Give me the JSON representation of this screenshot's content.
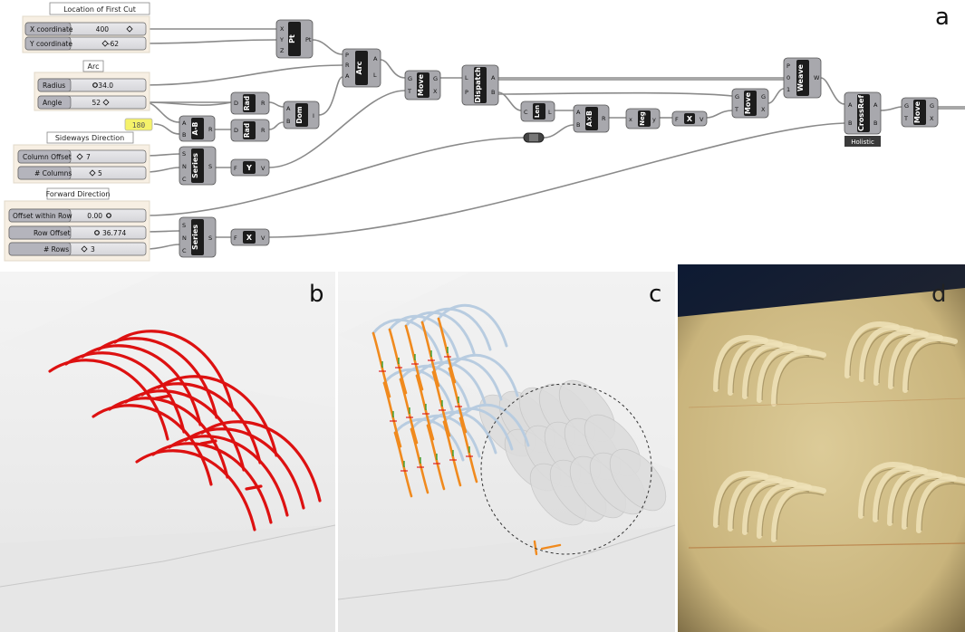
{
  "panel_labels": {
    "a": "a",
    "b": "b",
    "c": "c",
    "d": "d"
  },
  "groups": {
    "first_cut": "Location of First Cut",
    "arc": "Arc",
    "sideways": "Sideways Direction",
    "forward": "Forward Direction"
  },
  "sliders": {
    "x_coord": {
      "label": "X coordinate",
      "value": "400"
    },
    "y_coord": {
      "label": "Y coordinate",
      "value": "-62"
    },
    "radius": {
      "label": "Radius",
      "value": "34.0"
    },
    "angle": {
      "label": "Angle",
      "value": "52"
    },
    "col_offset": {
      "label": "Column Offset",
      "value": "7"
    },
    "columns": {
      "label": "# Columns",
      "value": "5"
    },
    "row_offset_within": {
      "label": "Offset within Row",
      "value": "0.00"
    },
    "row_offset": {
      "label": "Row Offset",
      "value": "36.774"
    },
    "rows": {
      "label": "# Rows",
      "value": "3"
    }
  },
  "panel_180": "180",
  "components": {
    "pt": "Pt",
    "arc": "Arc",
    "move1": "Move",
    "dispatch": "Dispatch",
    "weave": "Weave",
    "crossref": "CrossRef",
    "move_final": "Move",
    "rad1": "Rad",
    "rad2": "Rad",
    "dom": "Dom",
    "amb": "A-B",
    "series1": "Series",
    "y": "Y",
    "series2": "Series",
    "x1": "X",
    "len": "Len",
    "axb": "A×B",
    "neg": "Neg",
    "x2": "X",
    "move2": "Move"
  },
  "crossref_mode": "Holistic",
  "colors": {
    "node_body": "#a8a8ad",
    "node_label_bg": "#1c1c1c",
    "wire": "#8c8c8c",
    "group_bg": "#f7efe3",
    "highlight_panel": "#f5f26a",
    "cut_red": "#dd1111",
    "toolpath_orange": "#f08a1e",
    "toolpath_blue": "#b8cce0",
    "wood": "#d6c594"
  }
}
